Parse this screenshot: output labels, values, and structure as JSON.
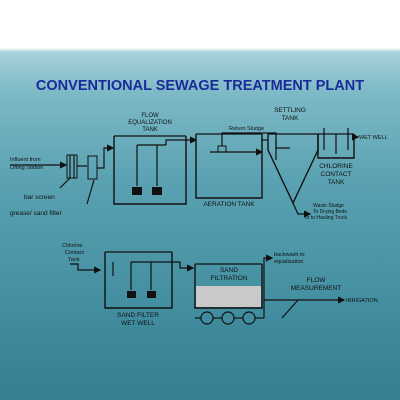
{
  "title": "CONVENTIONAL SEWAGE TREATMENT PLANT",
  "labels": {
    "flow_equalization_tank": [
      "FLOW",
      "EQUALIZATION",
      "TANK"
    ],
    "settling_tank": [
      "SETTLING",
      "TANK"
    ],
    "return_sludge": "Return Sludge",
    "wet_well": "WET WELL",
    "influent": [
      "Influent from",
      "Lifting Station"
    ],
    "bar_screen": "bar screen",
    "grease_sand_filter": "grease/ sand filter",
    "aeration_tank": "AERATION TANK",
    "chlorine_contact_tank": [
      "CHLORINE",
      "CONTACT",
      "TANK"
    ],
    "waste_sludge": [
      "Waste Sludge",
      "To Drying Beds",
      "or to Hauling Truck"
    ],
    "chlorine_contact_tank_small": [
      "Chlorine",
      "Contact",
      "Tank"
    ],
    "sand_filtration": [
      "SAND",
      "FILTRATION"
    ],
    "backwash": [
      "backwash to",
      "equalization"
    ],
    "flow_measurement": [
      "FLOW",
      "MEASUREMENT"
    ],
    "sand_filter_wet_well": [
      "SAND FILTER",
      "WET WELL"
    ],
    "irrigation": "IRRIGATION"
  },
  "colors": {
    "title": "#1b2a9a",
    "line": "#111111",
    "water": "#5aa2b2",
    "filter_media": "#c9c9c9"
  }
}
